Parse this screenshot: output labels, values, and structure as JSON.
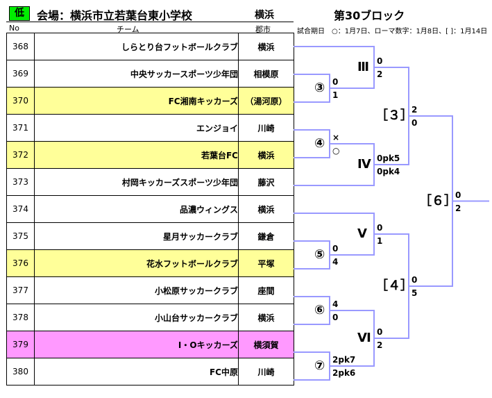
{
  "header": {
    "category": "低",
    "venue": "会場：横浜市立若葉台東小学校",
    "venue_city": "横浜",
    "block": "第30ブロック"
  },
  "columns": {
    "no": "No",
    "team": "チーム",
    "city": "郡市"
  },
  "schedule_note": "試合期日　○：1月7日、ローマ数字：1月8日、[ ]：1月14日",
  "teams": [
    {
      "no": "368",
      "name": "しらとり台フットボールクラブ",
      "city": "横浜",
      "highlight": ""
    },
    {
      "no": "369",
      "name": "中央サッカースポーツ少年団",
      "city": "相模原",
      "highlight": ""
    },
    {
      "no": "370",
      "name": "FC湘南キッカーズ",
      "city": "（湯河原）",
      "highlight": "yellow"
    },
    {
      "no": "371",
      "name": "エンジョイ",
      "city": "川崎",
      "highlight": ""
    },
    {
      "no": "372",
      "name": "若葉台FC",
      "city": "横浜",
      "highlight": "yellow"
    },
    {
      "no": "373",
      "name": "村岡キッカーズスポーツ少年団",
      "city": "藤沢",
      "highlight": ""
    },
    {
      "no": "374",
      "name": "品濃ウィングス",
      "city": "横浜",
      "highlight": ""
    },
    {
      "no": "375",
      "name": "星月サッカークラブ",
      "city": "鎌倉",
      "highlight": ""
    },
    {
      "no": "376",
      "name": "花水フットボールクラブ",
      "city": "平塚",
      "highlight": "yellow"
    },
    {
      "no": "377",
      "name": "小松原サッカークラブ",
      "city": "座間",
      "highlight": ""
    },
    {
      "no": "378",
      "name": "小山台サッカークラブ",
      "city": "横浜",
      "highlight": ""
    },
    {
      "no": "379",
      "name": "I・Oキッカーズ",
      "city": "横須賀",
      "highlight": "pink"
    },
    {
      "no": "380",
      "name": "FC中原",
      "city": "川崎",
      "highlight": ""
    }
  ],
  "bracket": {
    "line_color": "#9999ff",
    "matches": [
      {
        "id": "m3",
        "label": "③",
        "score_top": "0",
        "score_bottom": "1"
      },
      {
        "id": "m4",
        "label": "④",
        "score_top": "×",
        "score_bottom": "○"
      },
      {
        "id": "m5",
        "label": "⑤",
        "score_top": "0",
        "score_bottom": "4"
      },
      {
        "id": "m6",
        "label": "⑥",
        "score_top": "4",
        "score_bottom": "0"
      },
      {
        "id": "m7",
        "label": "⑦",
        "score_top": "2pk7",
        "score_bottom": "2pk6"
      },
      {
        "id": "mIII",
        "label": "Ⅲ",
        "score_top": "0",
        "score_bottom": "2"
      },
      {
        "id": "mIV",
        "label": "Ⅳ",
        "score_top": "0pk5",
        "score_bottom": "0pk4"
      },
      {
        "id": "mV",
        "label": "Ⅴ",
        "score_top": "0",
        "score_bottom": "1"
      },
      {
        "id": "mVI",
        "label": "Ⅵ",
        "score_top": "0",
        "score_bottom": "2"
      },
      {
        "id": "q3",
        "label": "［３］",
        "score_top": "2",
        "score_bottom": "0"
      },
      {
        "id": "q4",
        "label": "［４］",
        "score_top": "0",
        "score_bottom": "5"
      },
      {
        "id": "f6",
        "label": "［６］",
        "score_top": "0",
        "score_bottom": "2"
      }
    ]
  }
}
